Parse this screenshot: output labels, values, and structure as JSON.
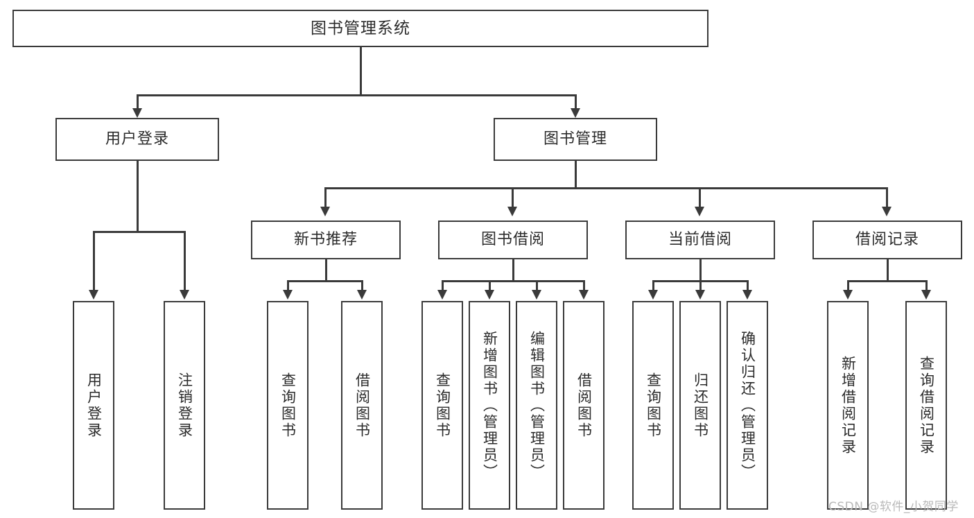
{
  "diagram": {
    "title": "图书管理系统",
    "root": {
      "label": "图书管理系统"
    },
    "level1": [
      {
        "label": "用户登录"
      },
      {
        "label": "图书管理"
      }
    ],
    "level2": [
      {
        "label": "新书推荐"
      },
      {
        "label": "图书借阅"
      },
      {
        "label": "当前借阅"
      },
      {
        "label": "借阅记录"
      }
    ],
    "leaves": {
      "user_login": [
        {
          "label": "用户登录"
        },
        {
          "label": "注销登录"
        }
      ],
      "new_book_recommend": [
        {
          "label": "查询图书"
        },
        {
          "label": "借阅图书"
        }
      ],
      "book_borrow": [
        {
          "label": "查询图书"
        },
        {
          "label": "新增图书（管理员）"
        },
        {
          "label": "编辑图书（管理员）"
        },
        {
          "label": "借阅图书"
        }
      ],
      "current_borrow": [
        {
          "label": "查询图书"
        },
        {
          "label": "归还图书"
        },
        {
          "label": "确认归还（管理员）"
        }
      ],
      "borrow_record": [
        {
          "label": "新增借阅记录"
        },
        {
          "label": "查询借阅记录"
        }
      ]
    }
  },
  "watermark": {
    "text": "CSDN @软件_小贺同学"
  },
  "colors": {
    "stroke": "#3a3a3a",
    "text": "#2b2b2b",
    "background": "#ffffff",
    "watermark": "#b9b9b9"
  }
}
